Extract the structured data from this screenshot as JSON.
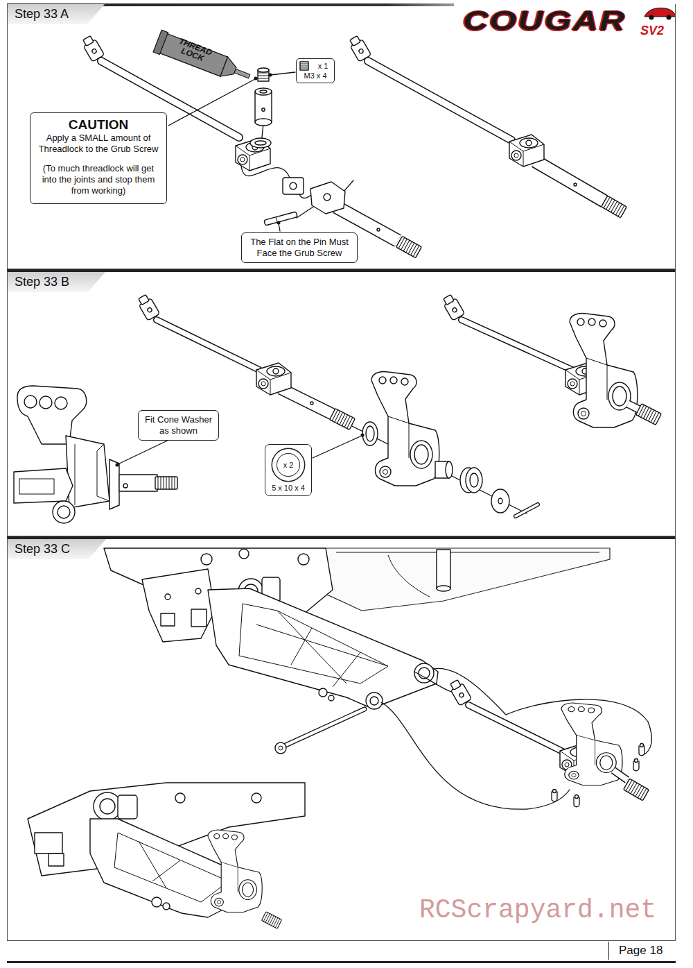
{
  "diagram": {
    "nodes": [
      {
        "text": [
          "Step 33 A"
        ]
      },
      {
        "text": [
          "x 1",
          "M3 x 4"
        ],
        "in": 0
      },
      {
        "text": [
          "CAUTION",
          "Apply a SMALL amount of Threadlock to the Grub Screw",
          "(To much threadlock will get into the joints and stop them from working)"
        ],
        "in": 0
      },
      {
        "text": [
          "The Flat on the Pin Must Face the Grub Screw"
        ],
        "in": 0
      },
      {
        "text": [
          "Step 33 B"
        ]
      },
      {
        "text": [
          "Fit Cone Washer as shown"
        ],
        "in": 4
      },
      {
        "text": [
          "x 2",
          "5 x 10 x 4"
        ],
        "in": 4
      },
      {
        "text": [
          "Step 33 C"
        ]
      },
      {
        "text": [
          "Page 18"
        ]
      }
    ],
    "labels": [
      "THREAD LOCK",
      "COUGAR",
      "SV2",
      "RCScrapyard.net"
    ]
  }
}
